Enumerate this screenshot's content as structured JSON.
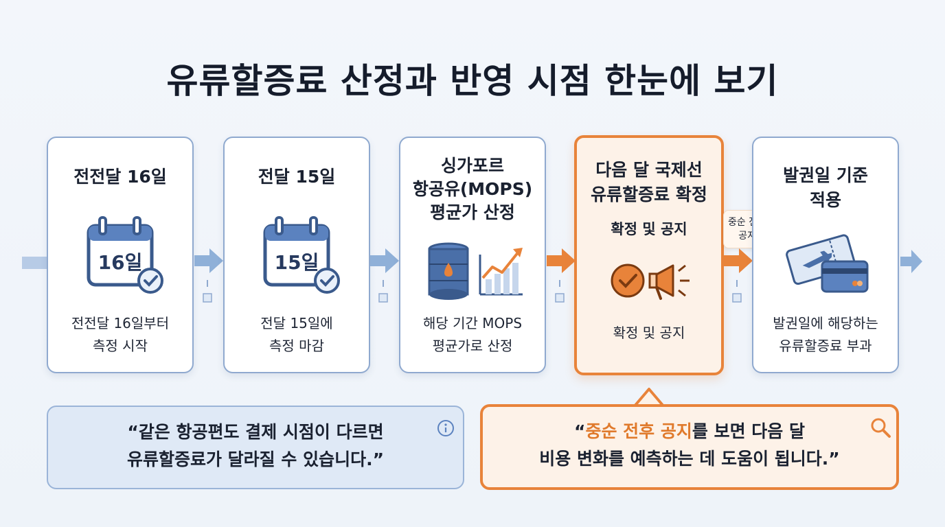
{
  "title": "유류할증료 산정과 반영 시점 한눈에 보기",
  "steps": [
    {
      "title": "전전달 16일",
      "icon_label": "16일",
      "icon": "calendar-check-icon",
      "desc_line1": "전전달 16일부터",
      "desc_line2": "측정 시작"
    },
    {
      "title": "전달 15일",
      "icon_label": "15일",
      "icon": "calendar-check-icon",
      "desc_line1": "전달 15일에",
      "desc_line2": "측정 마감"
    },
    {
      "title_line1": "싱가포르",
      "title_line2": "항공유(MOPS)",
      "title_line3": "평균가 산정",
      "icon": "oil-barrel-chart-icon",
      "desc_line1": "해당 기간 MOPS",
      "desc_line2": "평균가로 산정"
    },
    {
      "title_line1": "다음 달 국제선",
      "title_line2": "유류할증료 확정",
      "subtitle": "확정 및 공지",
      "icon": "check-megaphone-icon",
      "desc_line1": "확정 및 공지"
    },
    {
      "title_line1": "발권일 기준",
      "title_line2": "적용",
      "icon": "ticket-card-icon",
      "desc_line1": "발권일에 해당하는",
      "desc_line2": "유류할증료 부과"
    }
  ],
  "side_badge": {
    "line1": "중순 전후",
    "line2": "공지"
  },
  "quote_left": {
    "line1": "“같은 항공편도 결제 시점이 다르면",
    "line2": "유류할증료가 달라질 수 있습니다.”"
  },
  "quote_right": {
    "open_quote": "“",
    "highlight": "중순 전후 공지",
    "line1_rest": "를 보면 다음 달",
    "line2": "비용 변화를 예측하는 데 도움이 됩니다.”"
  },
  "colors": {
    "accent": "#e8833a",
    "blue": "#3a5a8c",
    "card_border": "#8fa9cf",
    "arrow_blue": "#8fb0d8"
  }
}
